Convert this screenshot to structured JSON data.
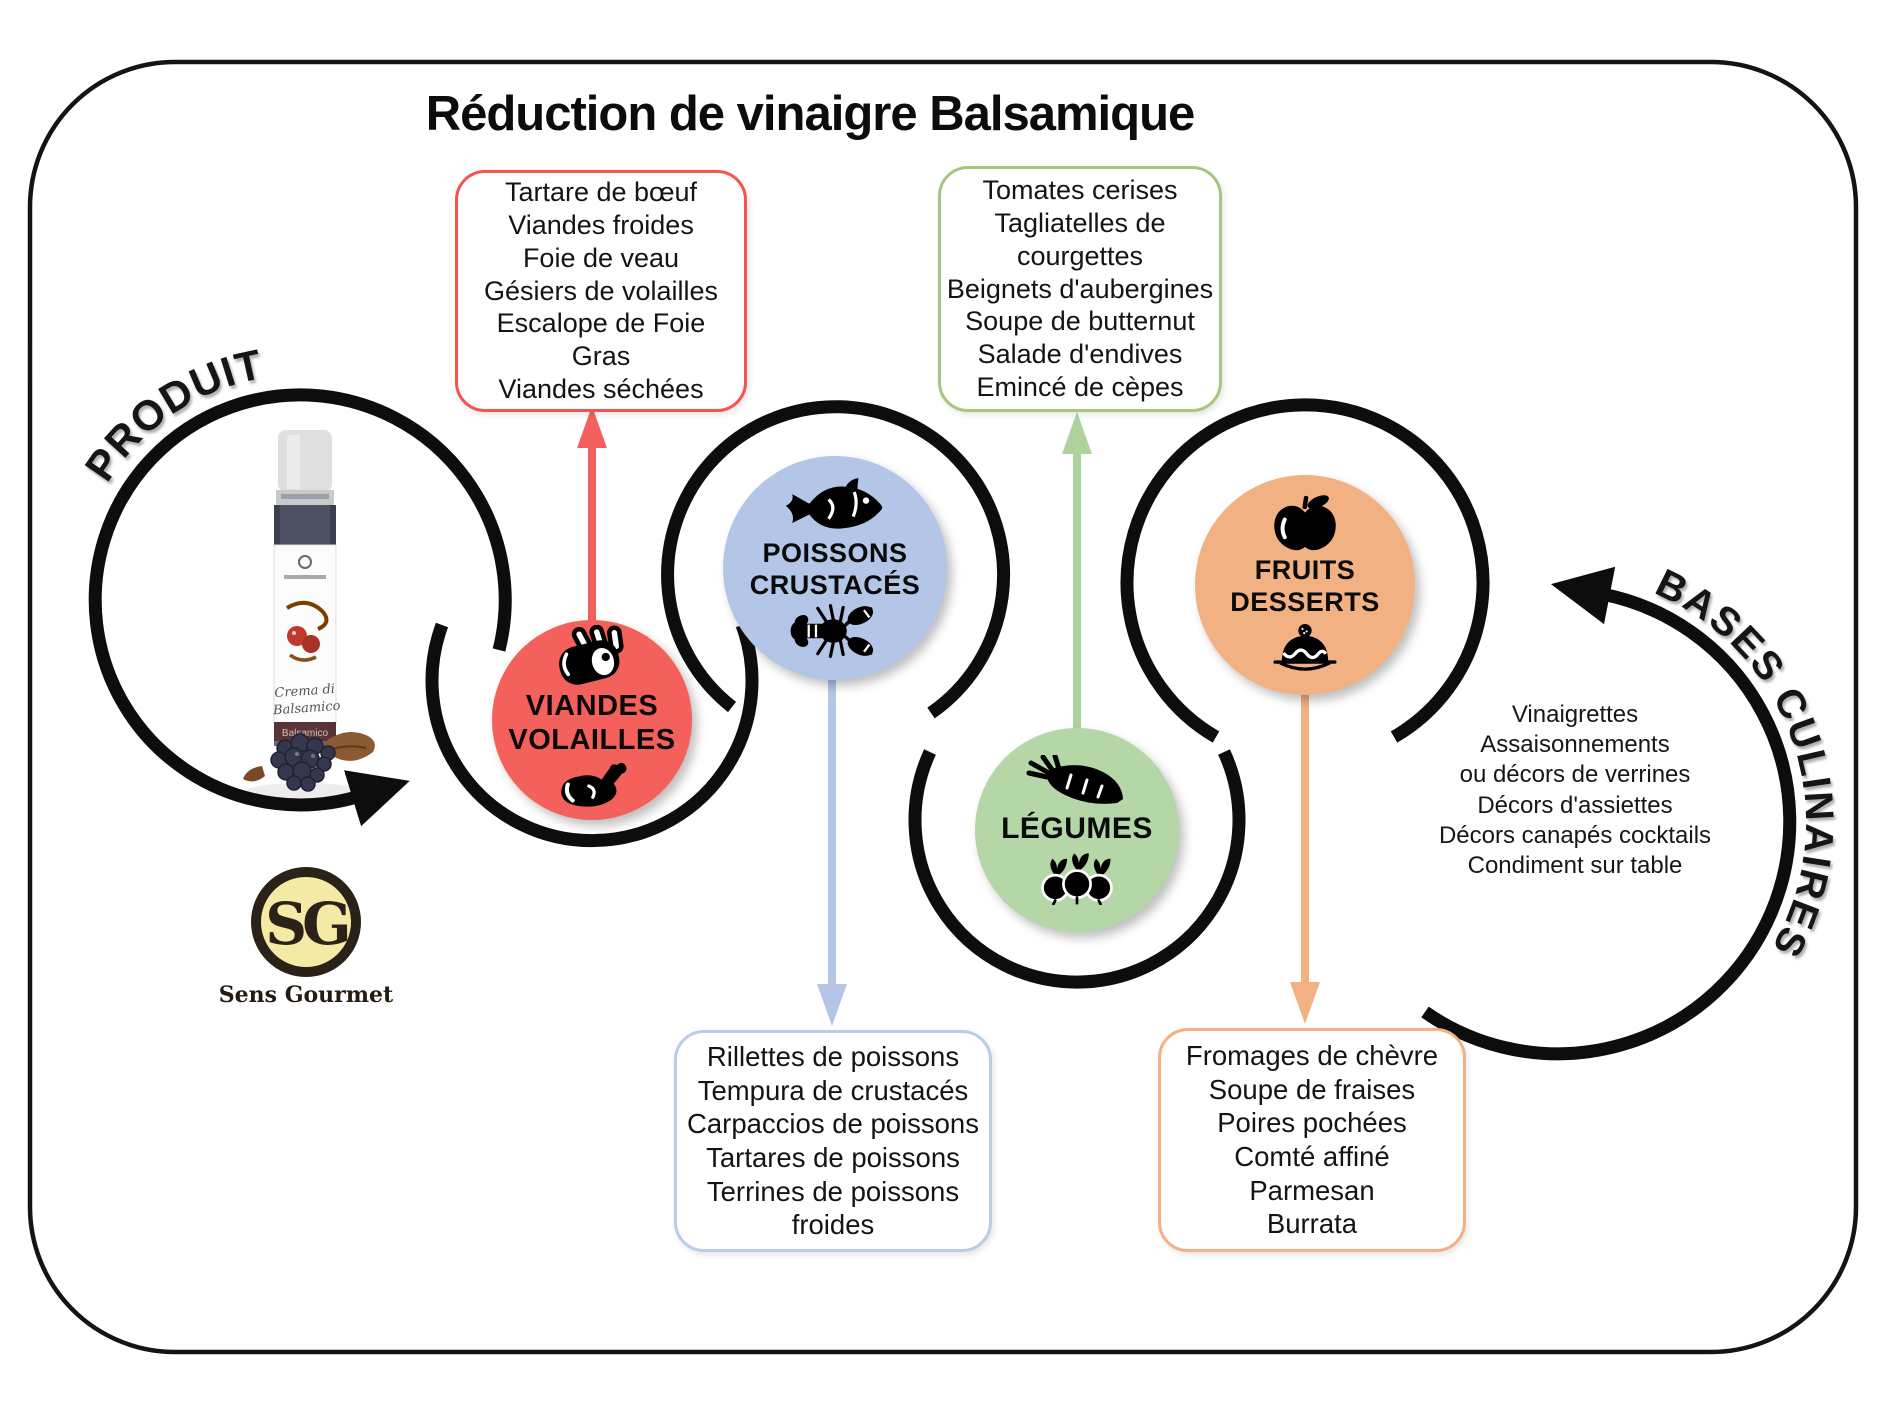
{
  "header": {
    "title": "Réduction de vinaigre Balsamique"
  },
  "flow_labels": {
    "product": "PRODUIT",
    "bases": "BASES CULINAIRES"
  },
  "brand": {
    "monogram": "SG",
    "name": "Sens Gourmet"
  },
  "bottle": {
    "script_line1": "Crema di",
    "script_line2": "Balsamico",
    "band": "Balsamico"
  },
  "colors": {
    "viandes": "#f4615c",
    "poissons": "#b4c6e7",
    "legumes": "#b5d6a7",
    "fruits": "#f2b183",
    "chain": "#0d0d0d",
    "box_viandes_border": "#f4544c",
    "box_legumes_border": "#a9c47f",
    "box_poissons_border": "#b9cde8",
    "box_fruits_border": "#f5b183"
  },
  "categories": {
    "viandes": {
      "label": "VIANDES\nVOLAILLES",
      "items": [
        "Tartare de bœuf",
        "Viandes froides",
        "Foie de veau",
        "Gésiers de volailles",
        "Escalope de Foie Gras",
        "Viandes séchées"
      ]
    },
    "poissons": {
      "label": "POISSONS\nCRUSTACÉS",
      "items": [
        "Rillettes de poissons",
        "Tempura de crustacés",
        "Carpaccios de poissons",
        "Tartares de poissons",
        "Terrines de poissons froides"
      ]
    },
    "legumes": {
      "label": "LÉGUMES",
      "items": [
        "Tomates cerises",
        "Tagliatelles de courgettes",
        "Beignets d'aubergines",
        "Soupe de butternut",
        "Salade d'endives",
        "Emincé de cèpes"
      ]
    },
    "fruits": {
      "label": "FRUITS\nDESSERTS",
      "items": [
        "Fromages de chèvre",
        "Soupe de fraises",
        "Poires pochées",
        "Comté affiné",
        "Parmesan",
        "Burrata"
      ]
    }
  },
  "bases": {
    "items": [
      "Vinaigrettes",
      "Assaisonnements",
      "ou décors de verrines",
      "Décors d'assiettes",
      "Décors canapés cocktails",
      "Condiment sur table"
    ]
  }
}
